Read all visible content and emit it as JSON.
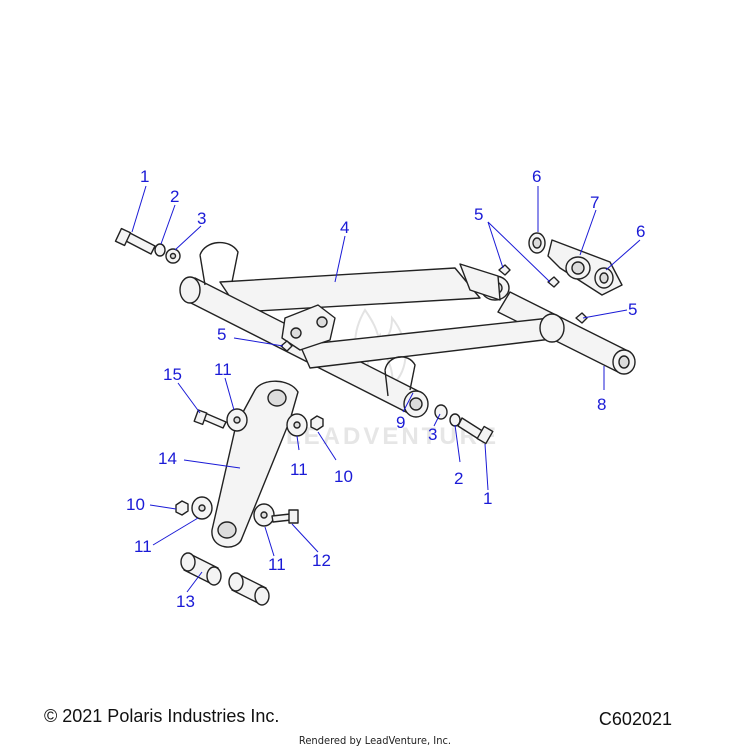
{
  "watermark": {
    "text": "LEADVENTURE"
  },
  "callouts": [
    {
      "id": "c1",
      "label": "1"
    },
    {
      "id": "c2",
      "label": "2"
    },
    {
      "id": "c3",
      "label": "3"
    },
    {
      "id": "c4",
      "label": "4"
    },
    {
      "id": "c5a",
      "label": "5"
    },
    {
      "id": "c6a",
      "label": "6"
    },
    {
      "id": "c7",
      "label": "7"
    },
    {
      "id": "c6b",
      "label": "6"
    },
    {
      "id": "c5b",
      "label": "5"
    },
    {
      "id": "c5c",
      "label": "5"
    },
    {
      "id": "c15",
      "label": "15"
    },
    {
      "id": "c11a",
      "label": "11"
    },
    {
      "id": "c8",
      "label": "8"
    },
    {
      "id": "c9",
      "label": "9"
    },
    {
      "id": "c3b",
      "label": "3"
    },
    {
      "id": "c2b",
      "label": "2"
    },
    {
      "id": "c1b",
      "label": "1"
    },
    {
      "id": "c14",
      "label": "14"
    },
    {
      "id": "c11b",
      "label": "11"
    },
    {
      "id": "c10a",
      "label": "10"
    },
    {
      "id": "c10b",
      "label": "10"
    },
    {
      "id": "c11c",
      "label": "11"
    },
    {
      "id": "c11d",
      "label": "11"
    },
    {
      "id": "c12",
      "label": "12"
    },
    {
      "id": "c13",
      "label": "13"
    }
  ],
  "footer": {
    "copyright": "© 2021 Polaris Industries Inc.",
    "figure_code": "C602021",
    "rendered_by": "Rendered by LeadVenture, Inc."
  }
}
